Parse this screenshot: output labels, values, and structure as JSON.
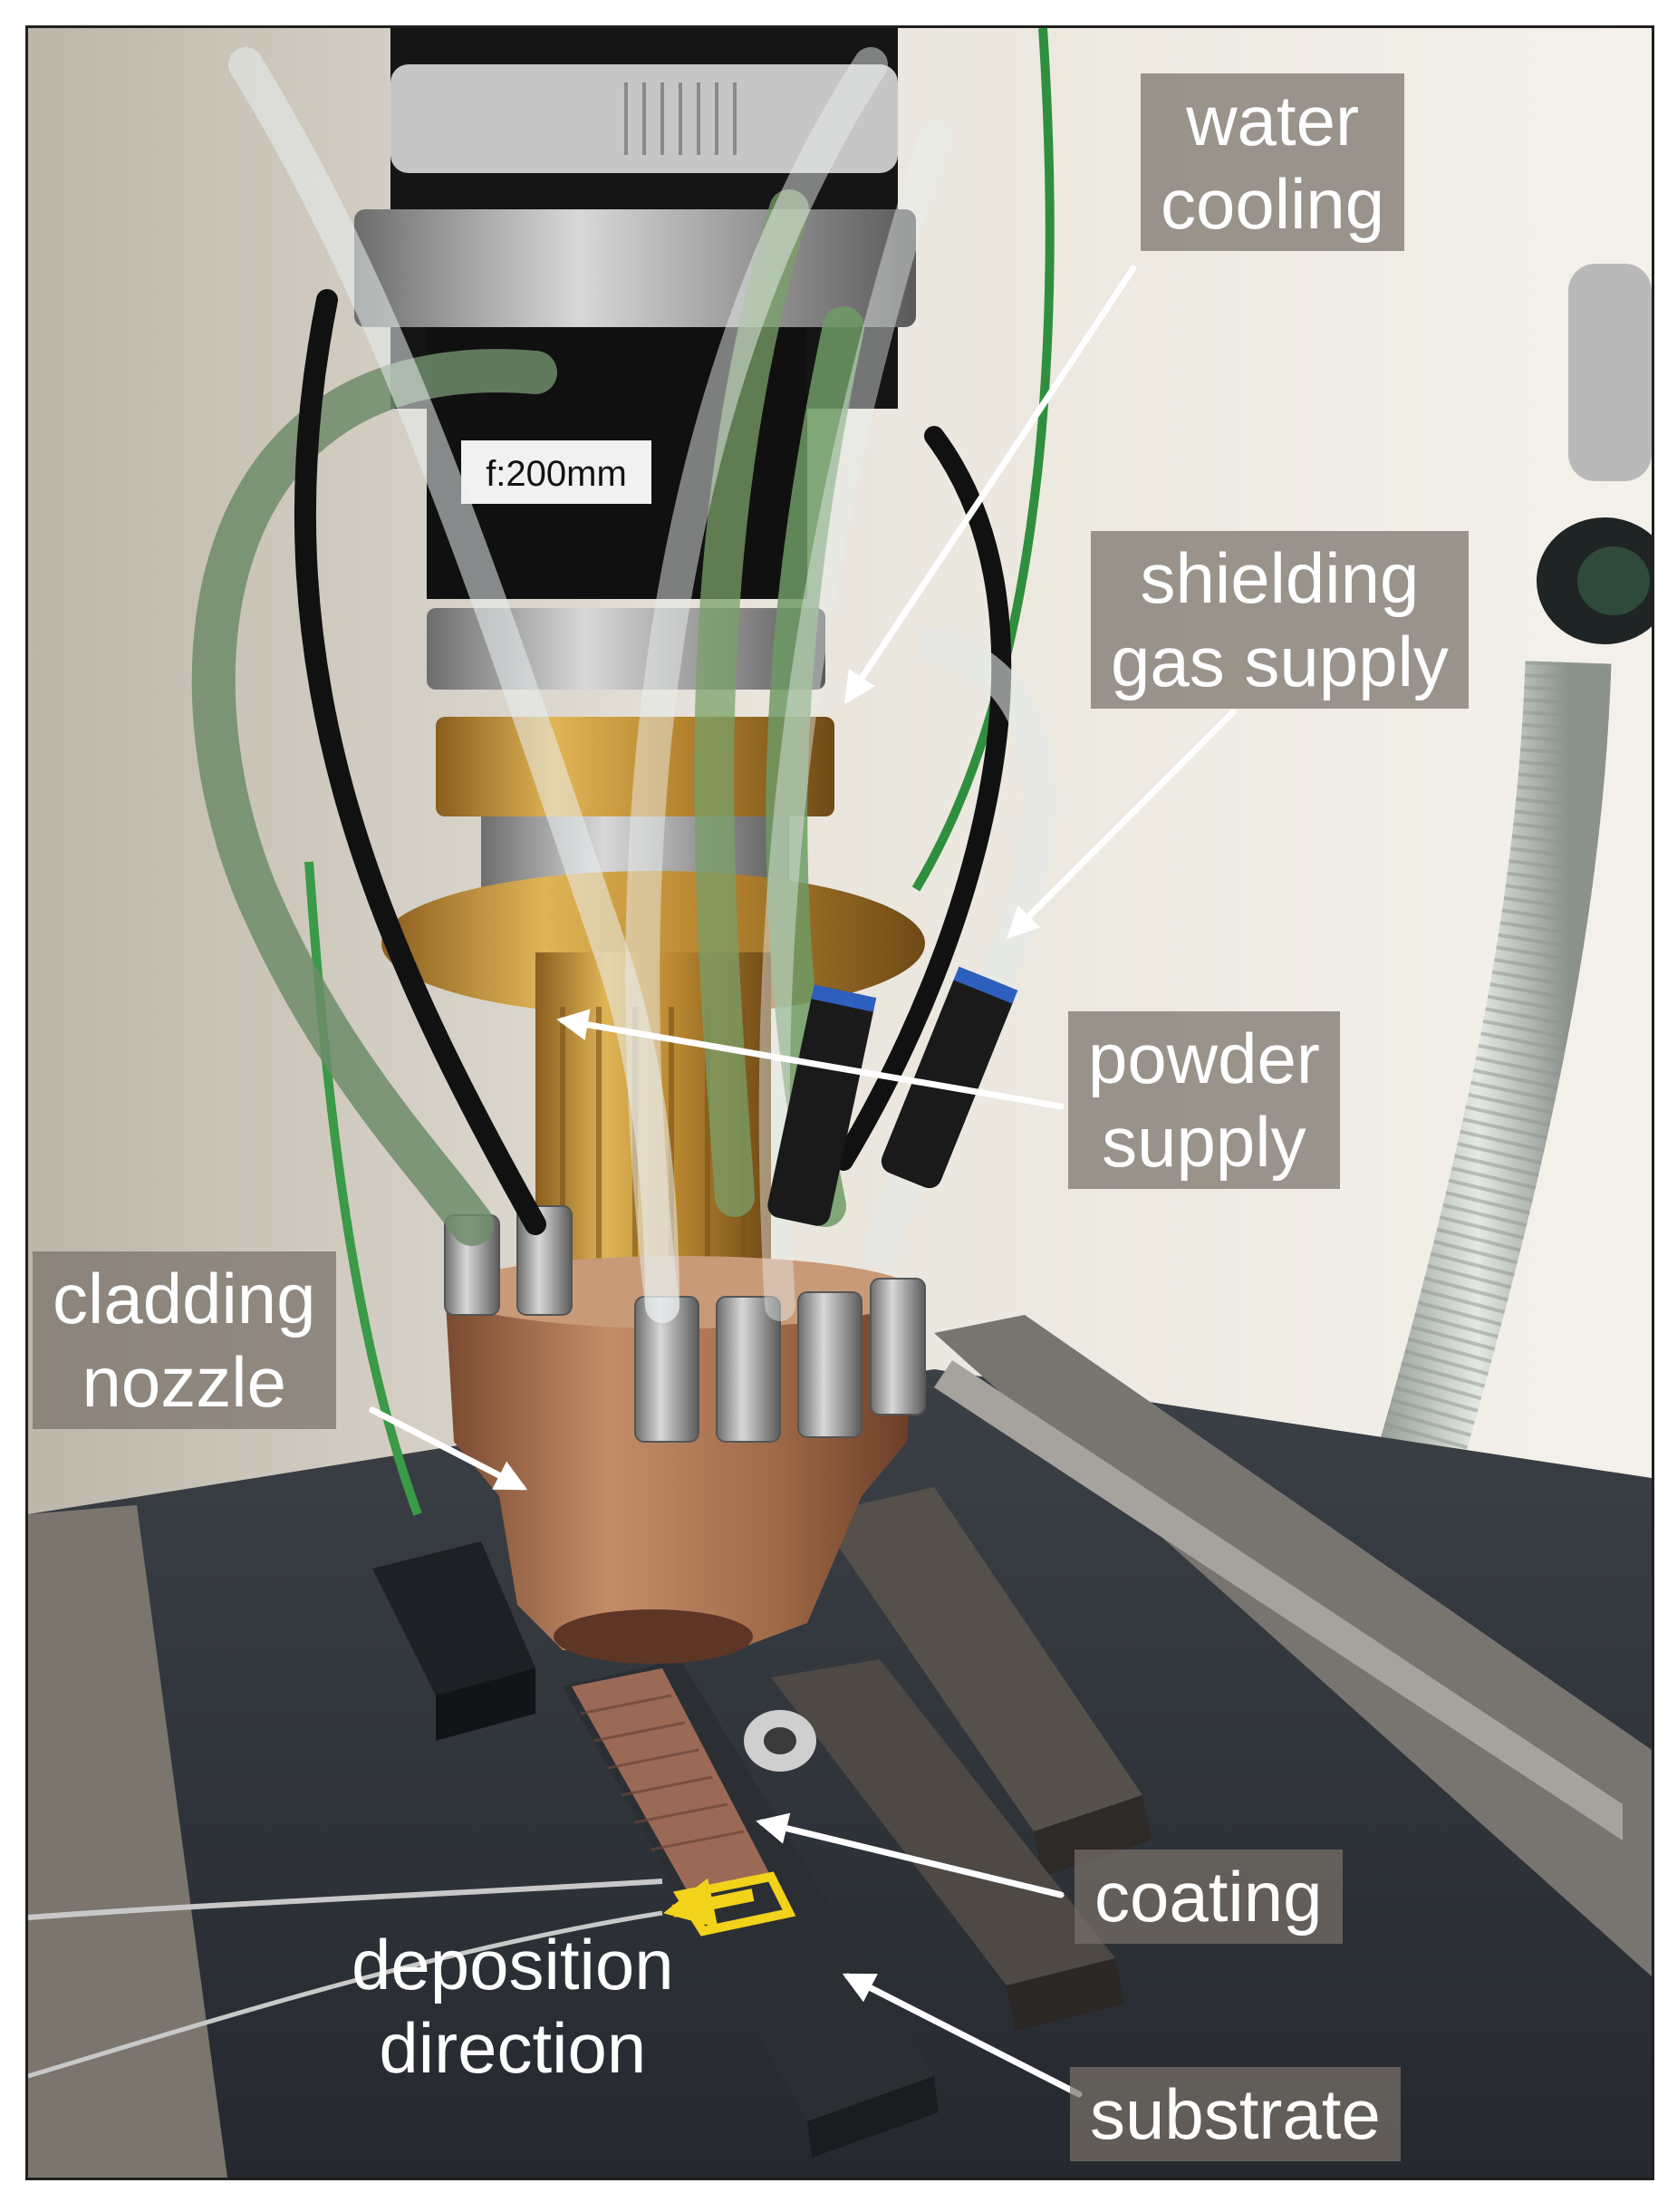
{
  "figure": {
    "nozzle_marking": "f:200mm",
    "labels": {
      "water_cooling": [
        "water",
        "cooling"
      ],
      "shielding_gas_supply": [
        "shielding",
        "gas supply"
      ],
      "powder_supply": [
        "powder",
        "supply"
      ],
      "cladding_nozzle": [
        "cladding",
        "nozzle"
      ],
      "coating": [
        "coating"
      ],
      "deposition_direction": [
        "deposition",
        "direction"
      ],
      "substrate": [
        "substrate"
      ]
    },
    "colors": {
      "label_background": "#786f68",
      "label_text": "#ffffff",
      "arrow": "#ffffff",
      "direction_marker": "#f2d21b",
      "nozzle_copper": "#b07a55",
      "brass_ring": "#c89838"
    }
  }
}
